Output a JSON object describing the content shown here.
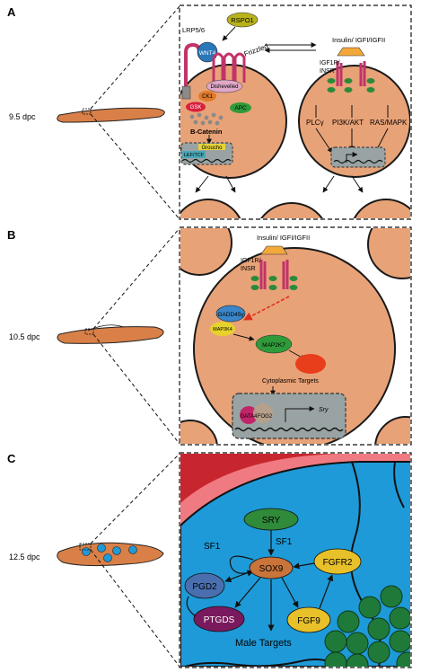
{
  "panels": {
    "a": {
      "letter": "A",
      "stage": "9.5 dpc",
      "labels": {
        "rspo1": "RSPO1",
        "lrp": "LRP5/6",
        "wnt4": "WNT4",
        "frizzled": "Frizzled",
        "dishevelled": "Dishevelled",
        "ck1": "CK1",
        "gsk": "GSK",
        "apc": "APC",
        "bcatenin": "B-Catenin",
        "groucho": "Groucho",
        "leftcf": "LEF/TCF",
        "insulin": "Insulin/ IGFI/IGFII",
        "igf1r": "IGF1R/",
        "insr": "INSR",
        "plc": "PLCγ",
        "pi3k": "PI3K/AKT",
        "ras": "RAS/MAPK"
      }
    },
    "b": {
      "letter": "B",
      "stage": "10.5 dpc",
      "labels": {
        "insulin": "Insulin/ IGFI/IGFII",
        "igf1r": "IGF1R/",
        "insr": "INSR",
        "gadd45g": "GADD45γ",
        "map3k4": "MAP3K4",
        "map2k7": "MAP2K7",
        "cyto": "Cytoplasmic Targets",
        "gata4": "GATA4",
        "fog2": "FOG2",
        "sry": "Sry"
      }
    },
    "c": {
      "letter": "C",
      "stage": "12.5 dpc",
      "labels": {
        "sry": "SRY",
        "sf1_left": "SF1",
        "sf1_right": "SF1",
        "sox9": "SOX9",
        "pgd2": "PGD2",
        "ptgds": "PTGDS",
        "fgfr2": "FGFR2",
        "fgf9": "FGF9",
        "male_targets": "Male Targets"
      }
    }
  },
  "colors": {
    "cell_fill": "#e8a277",
    "cell_stroke": "#1a1a1a",
    "nucleus_fill": "#9aa3a3",
    "receptor": "#c2336a",
    "ligand": "#f3a83b",
    "rspo1": "#b8b31b",
    "wnt4": "#2a78b8",
    "dishevelled": "#e0a8c8",
    "ck1": "#e07a2a",
    "gsk": "#d81f3c",
    "apc": "#2f9a3a",
    "groucho": "#e7d43a",
    "leftcf": "#48a7b8",
    "phospho": "#2a8a3a",
    "gadd45g": "#3a86c8",
    "map3k4": "#e6d22b",
    "map2k7": "#2f9a3a",
    "cyto_target": "#e83e1c",
    "gata4": "#c2246a",
    "fog2": "#b8a088",
    "arrow_red": "#e0301e",
    "panel_c_bg": "#1e9ad8",
    "tubule_outer": "#c8262e",
    "sertoli": "#1f7a3a",
    "sry_oval": "#2f8a3a",
    "sox9_oval": "#c9743a",
    "pgd2_oval": "#4a6fae",
    "ptgds_oval": "#7a1a5e",
    "fgfr2_oval": "#e8c02a",
    "fgf9_oval": "#e8c02a",
    "embryo": "#d88048"
  }
}
